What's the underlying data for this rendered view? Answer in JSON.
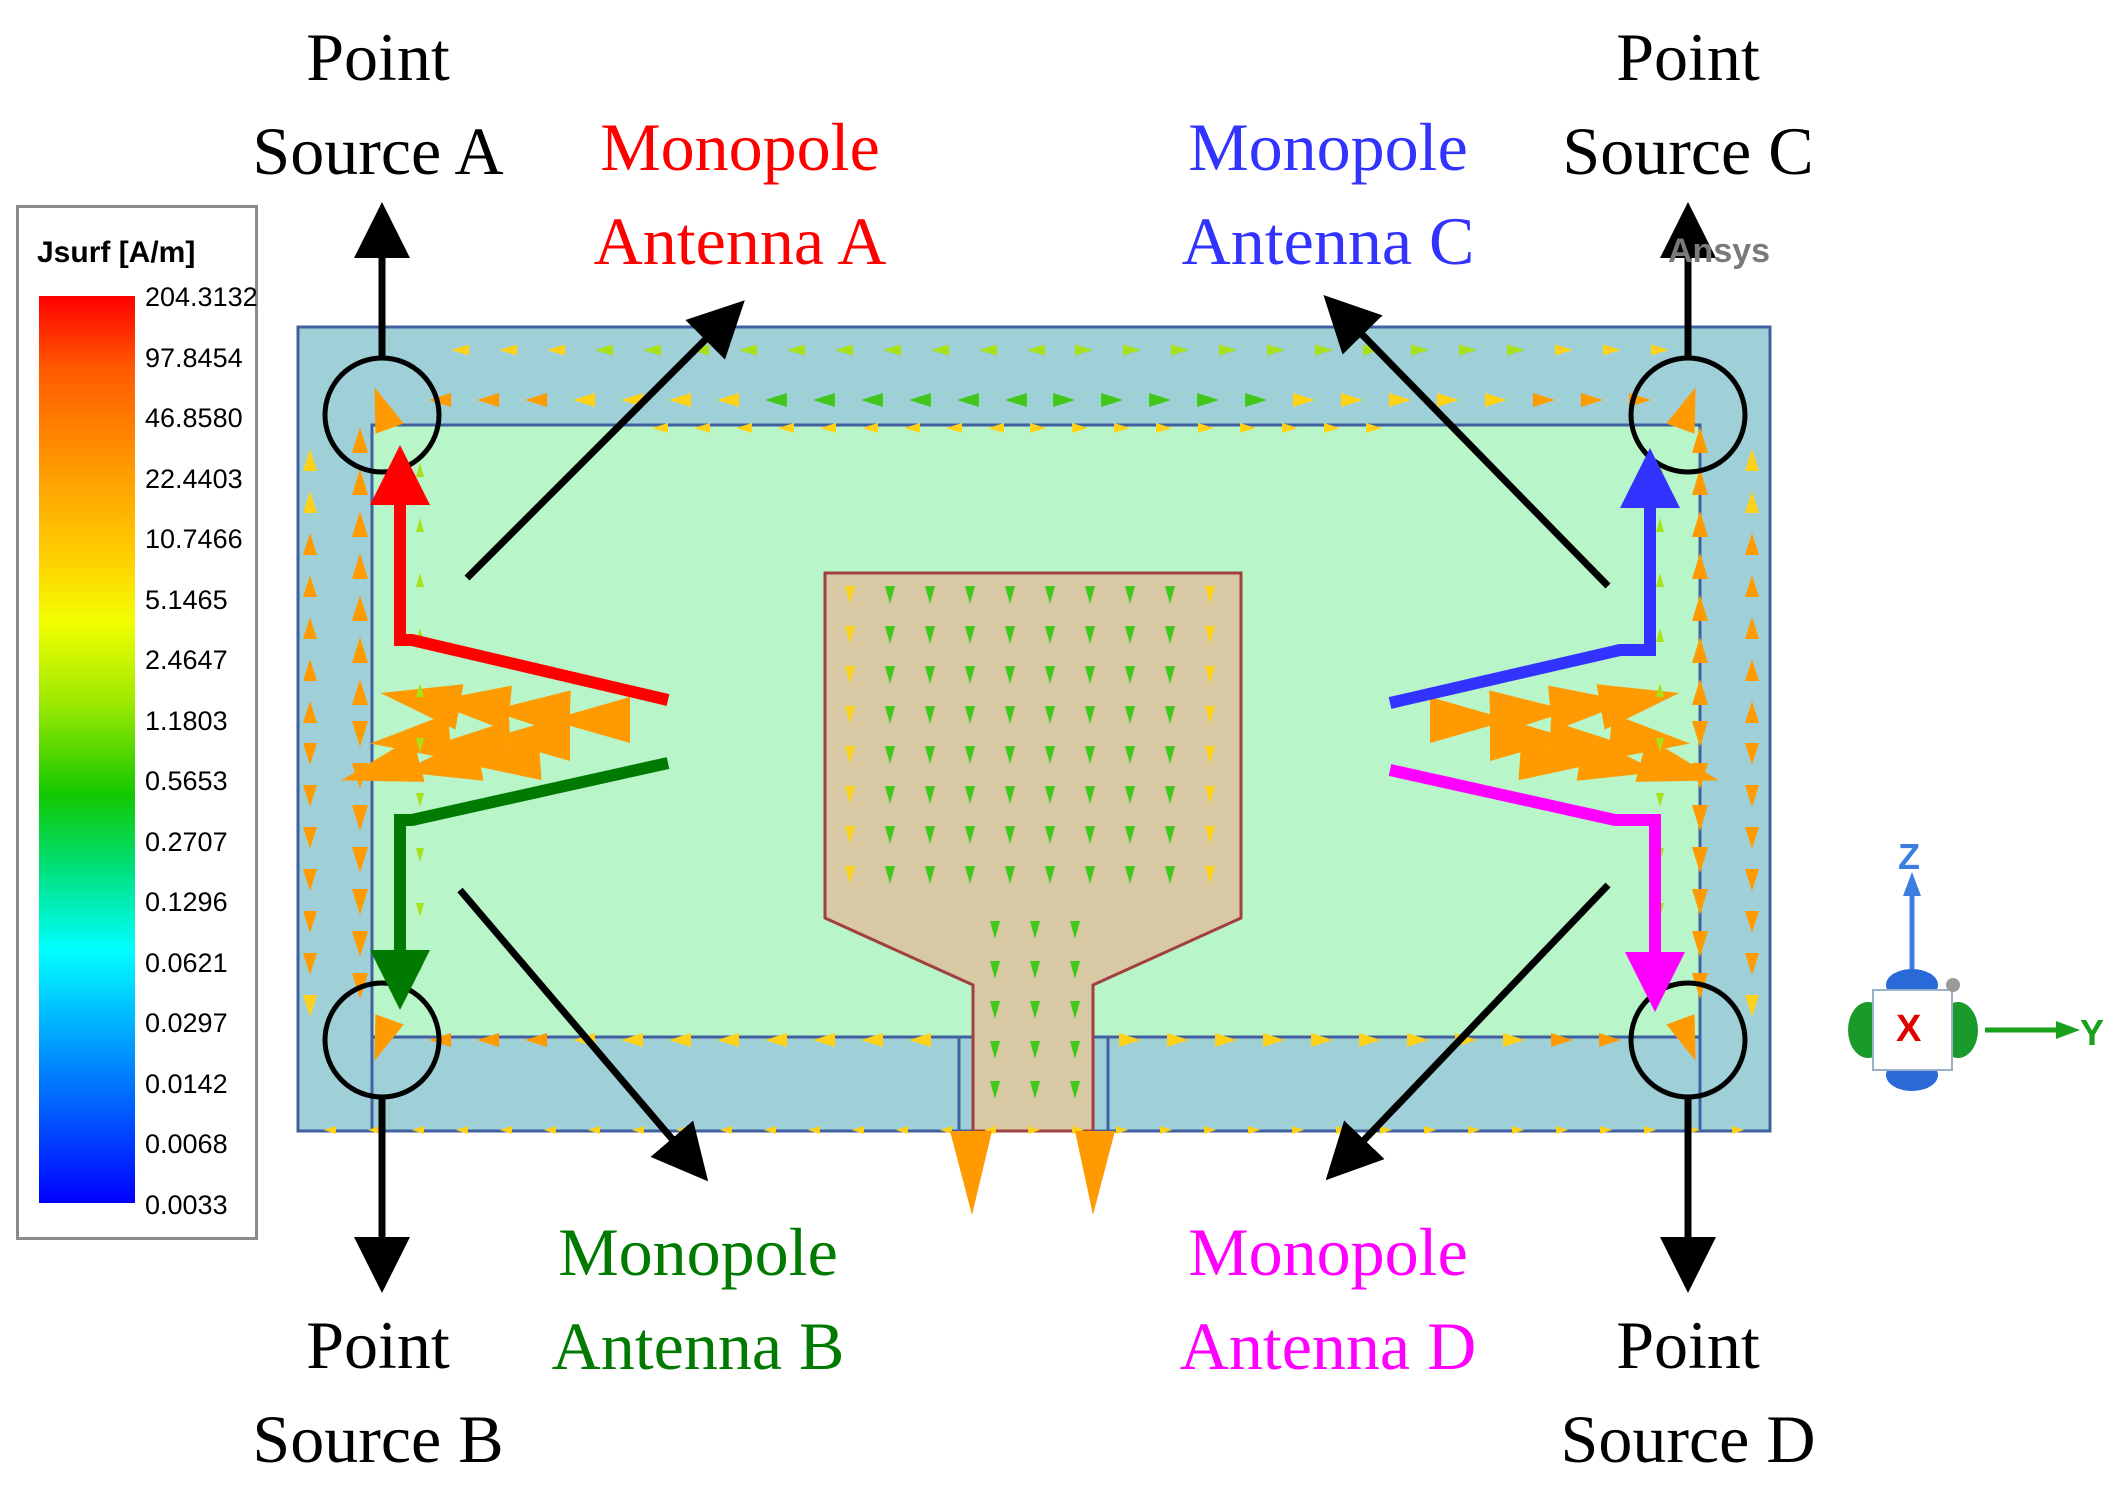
{
  "labels": {
    "point_a": [
      "Point",
      "Source A"
    ],
    "point_b": [
      "Point",
      "Source B"
    ],
    "point_c": [
      "Point",
      "Source C"
    ],
    "point_d": [
      "Point",
      "Source D"
    ],
    "mono_a": [
      "Monopole",
      "Antenna A"
    ],
    "mono_b": [
      "Monopole",
      "Antenna B"
    ],
    "mono_c": [
      "Monopole",
      "Antenna C"
    ],
    "mono_d": [
      "Monopole",
      "Antenna D"
    ]
  },
  "legend": {
    "title": "Jsurf [A/m]",
    "values": [
      "204.3132",
      "97.8454",
      "46.8580",
      "22.4403",
      "10.7466",
      "5.1465",
      "2.4647",
      "1.1803",
      "0.5653",
      "0.2707",
      "0.1296",
      "0.0621",
      "0.0297",
      "0.0142",
      "0.0068",
      "0.0033"
    ]
  },
  "watermark": "Ansys",
  "axes": {
    "z": "Z",
    "x": "X",
    "y": "Y"
  },
  "colors": {
    "antenna_a": "#ff0000",
    "antenna_b": "#007a00",
    "antenna_c": "#3333ff",
    "antenna_d": "#ff00ff",
    "source": "#000000",
    "substrate": "#9fd0d8",
    "board": "#b8f5c8",
    "patch": "#d8c8a4"
  }
}
